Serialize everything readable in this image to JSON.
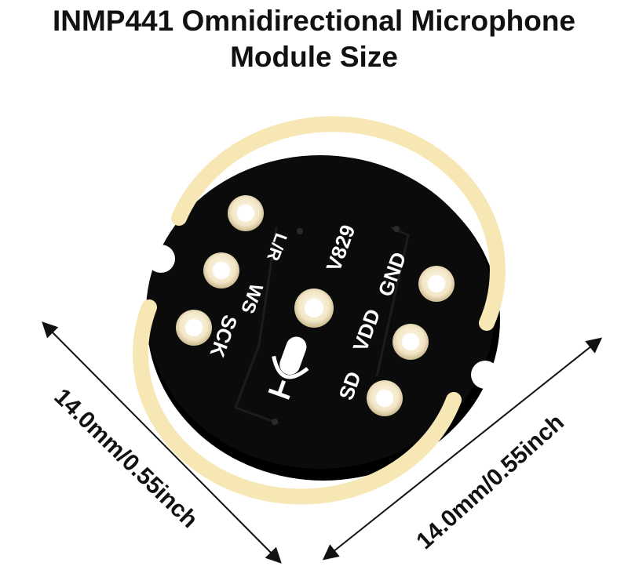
{
  "title": {
    "line1": "INMP441 Omnidirectional Microphone",
    "line2": "Module Size"
  },
  "dimensions": {
    "left": "14.0mm/0.55inch",
    "right": "14.0mm/0.55inch"
  },
  "board_labels": {
    "lr": "L/R",
    "ws": "WS",
    "sck": "SCK",
    "model": "V829",
    "gnd": "GND",
    "vdd": "VDD",
    "sd": "SD"
  },
  "colors": {
    "pcb": "#0b0b0b",
    "gold_ring": "#f7e7b5",
    "silkscreen": "#ffffff"
  }
}
